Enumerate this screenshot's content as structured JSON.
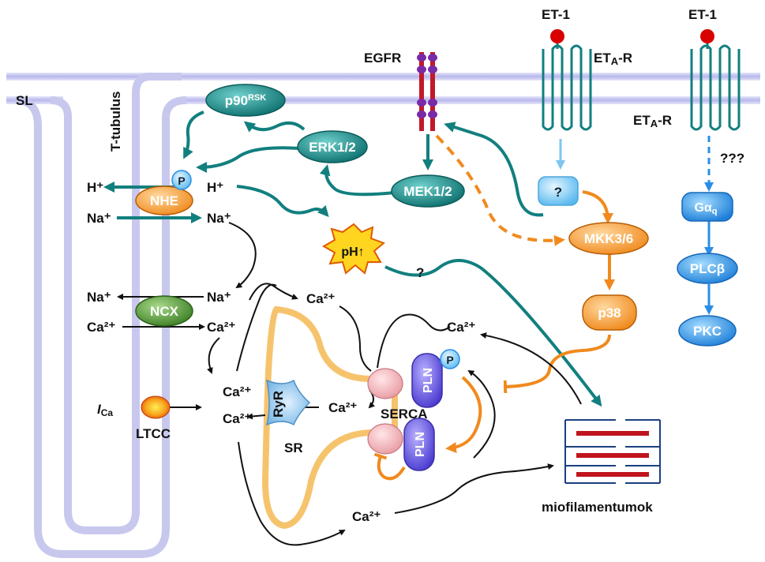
{
  "labels": {
    "sl": "SL",
    "t_tubulus": "T-tubulus",
    "egfr": "EGFR",
    "et1_a": "ET-1",
    "et1_b": "ET-1",
    "eta_r_top": "ETA-R",
    "eta_r_side": "ETA-R",
    "p90rsk": "p90RSK",
    "erk": "ERK1/2",
    "mek": "MEK1/2",
    "p": "P",
    "p_pln": "P",
    "nhe": "NHE",
    "h_left": "H⁺",
    "h_right": "H⁺",
    "na_left": "Na⁺",
    "na_right": "Na⁺",
    "na_ncx_left": "Na⁺",
    "na_ncx_right": "Na⁺",
    "ncx": "NCX",
    "ca_ncx_left": "Ca²⁺",
    "ca_ncx_right": "Ca²⁺",
    "ica": "ICa",
    "ltcc": "LTCC",
    "ph": "pH↑",
    "q_mark_unknown": "?",
    "q_box": "?",
    "mkk": "MKK3/6",
    "p38": "p38",
    "gaq": "Gαq",
    "plcb": "PLCβ",
    "pkc": "PKC",
    "qqq": "???",
    "ca_top": "Ca²⁺",
    "ca_right": "Ca²⁺",
    "ca_ryr_1": "Ca²⁺",
    "ca_ryr_2": "Ca²⁺",
    "ca_serca_out": "Ca²⁺",
    "ca_bottom": "Ca²⁺",
    "ryr": "RyR",
    "sr": "SR",
    "serca": "SERCA",
    "pln_top": "PLN",
    "pln_bottom": "PLN",
    "miofil": "miofilamentumok"
  },
  "colors": {
    "membrane": "#c8c8ee",
    "teal": "#127f7f",
    "orange": "#f08a1e",
    "blue": "#2a8ee6",
    "black": "#111111",
    "sr_outline": "#f6c36d",
    "red_cap": "#d80000",
    "purple": "#6a5ae0",
    "pink": "#f2b3b8",
    "green": "#4a8e2e",
    "myofil_red": "#c0141e",
    "myofil_blue": "#1a3f80"
  }
}
